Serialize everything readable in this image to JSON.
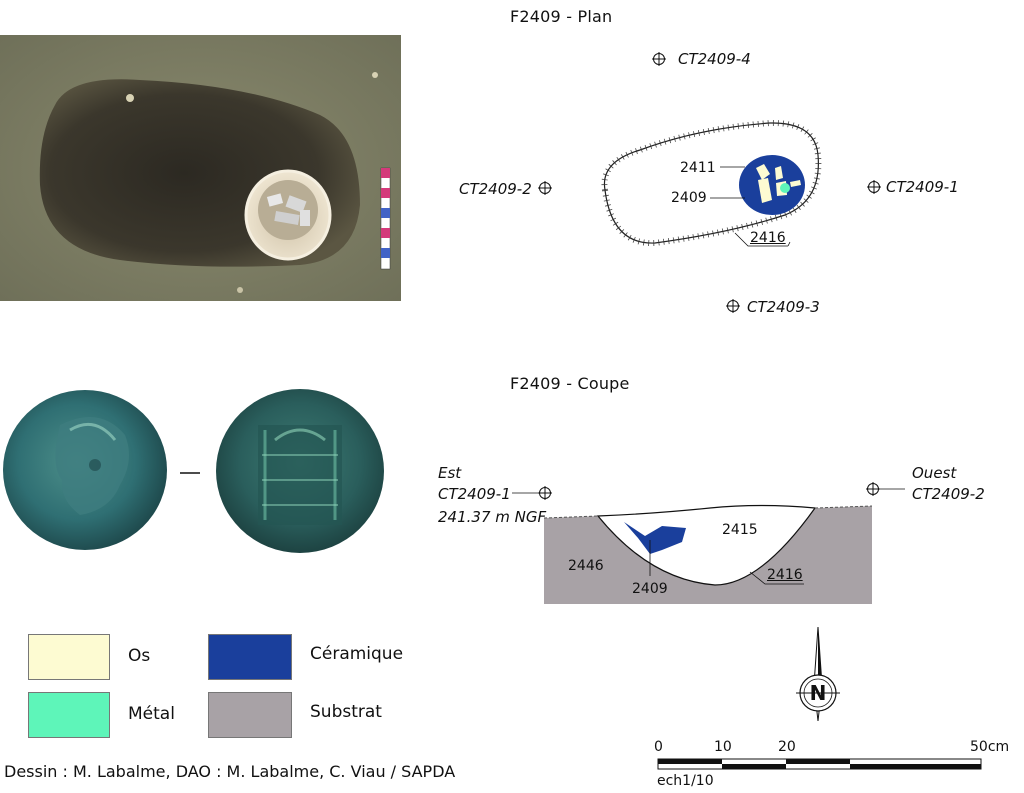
{
  "plan": {
    "title": "F2409 - Plan",
    "ct1": "CT2409-1",
    "ct2": "CT2409-2",
    "ct3": "CT2409-3",
    "ct4": "CT2409-4",
    "l2411": "2411",
    "l2409": "2409",
    "l2416": "2416"
  },
  "coupe": {
    "title": "F2409 - Coupe",
    "est": "Est",
    "ct1": "CT2409-1",
    "ngf": "241.37 m NGF",
    "ouest": "Ouest",
    "ct2": "CT2409-2",
    "l2415": "2415",
    "l2446": "2446",
    "l2409": "2409",
    "l2416": "2416"
  },
  "legend": [
    {
      "label": "Os",
      "color": "#fdfbd2"
    },
    {
      "label": "Céramique",
      "color": "#1a3f9c"
    },
    {
      "label": "Métal",
      "color": "#5ef5b9"
    },
    {
      "label": "Substrat",
      "color": "#a8a2a6"
    }
  ],
  "scale": {
    "t0": "0",
    "t10": "10",
    "t20": "20",
    "t50": "50cm",
    "caption": "ech1/10"
  },
  "credit": "Dessin : M. Labalme, DAO : M. Labalme, C. Viau / SAPDA"
}
